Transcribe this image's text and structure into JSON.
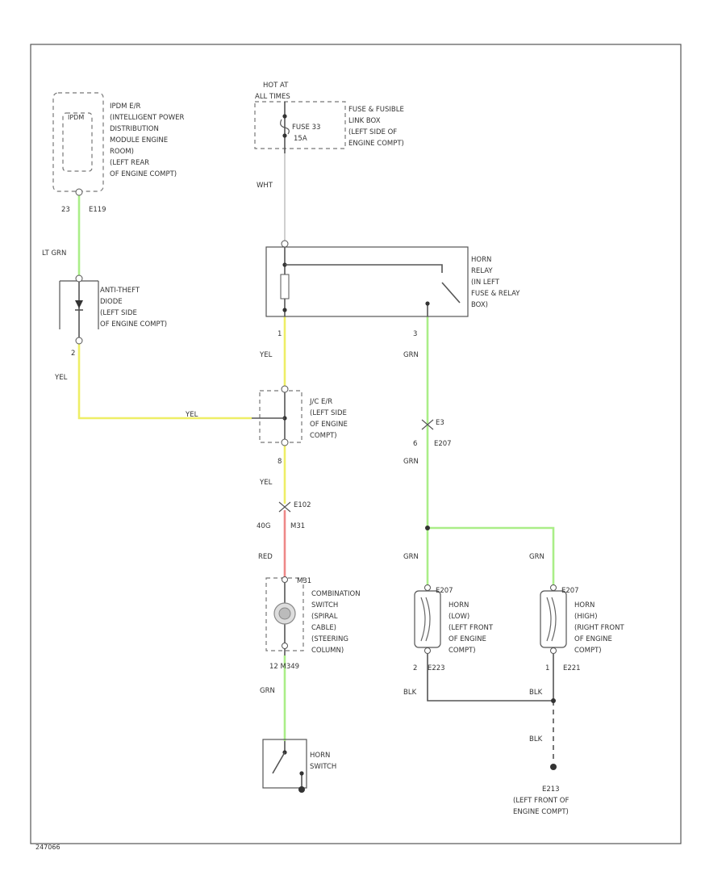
{
  "diagram": {
    "frame_id": "247066",
    "ipdm": {
      "code": "IPDM",
      "description": [
        "IPDM E/R",
        "(INTELLIGENT POWER",
        "DISTRIBUTION",
        "MODULE ENGINE",
        "ROOM)",
        "(LEFT REAR",
        "OF ENGINE COMPT)"
      ],
      "pin": "23",
      "connector": "E119",
      "wire": "LT GRN"
    },
    "fuse_box": {
      "hot_label": [
        "HOT AT",
        "ALL TIMES"
      ],
      "fuse": "FUSE 33",
      "fuse_rating": "15A",
      "description": [
        "FUSE & FUSIBLE",
        "LINK BOX",
        "(LEFT SIDE OF",
        "ENGINE COMPT)"
      ],
      "wire": "WHT"
    },
    "anti_theft": {
      "description": [
        "ANTI-THEFT",
        "DIODE",
        "(LEFT SIDE",
        "OF ENGINE COMPT)"
      ],
      "pin_bottom": "2",
      "wire": "YEL"
    },
    "horn_relay": {
      "description": [
        "HORN",
        "RELAY",
        "(IN LEFT",
        "FUSE & RELAY",
        "BOX)"
      ],
      "pin_left": "1",
      "pin_right": "3",
      "wire_left": "YEL",
      "wire_right": "GRN"
    },
    "joint": {
      "description": [
        "J/C E/R",
        "(LEFT SIDE",
        "OF ENGINE",
        "COMPT)"
      ],
      "pin_bottom": "8",
      "wire_in": "YEL",
      "wire_out": "YEL"
    },
    "connector_e102": {
      "code": "E102",
      "pin_left": "40G",
      "pin_right": "M31",
      "wire": "RED"
    },
    "combination_switch": {
      "description": [
        "COMBINATION",
        "SWITCH",
        "(SPIRAL",
        "CABLE)",
        "(STEERING",
        "COLUMN)"
      ],
      "connector": "M31",
      "pins": "12  M349",
      "wire": "GRN"
    },
    "horn_switch": {
      "description": [
        "HORN",
        "SWITCH"
      ]
    },
    "connector_e3": {
      "labels": [
        "E3",
        "E207"
      ],
      "pin": "6",
      "wire": "GRN"
    },
    "horn_low": {
      "connector": "E207",
      "description": [
        "HORN",
        "(LOW)",
        "(LEFT FRONT",
        "OF ENGINE",
        "COMPT)"
      ],
      "pin_bottom": "2",
      "connector_bottom": "E223",
      "wire_in": "GRN",
      "wire_out": "BLK"
    },
    "horn_high": {
      "connector": "E207",
      "description": [
        "HORN",
        "(HIGH)",
        "(RIGHT FRONT",
        "OF ENGINE",
        "COMPT)"
      ],
      "pin_bottom": "1",
      "connector_bottom": "E221",
      "wire_in": "GRN",
      "wire_out": "BLK"
    },
    "ground": {
      "code": "E213",
      "description": [
        "(LEFT FRONT OF",
        "ENGINE COMPT)"
      ],
      "wire": "BLK"
    }
  }
}
